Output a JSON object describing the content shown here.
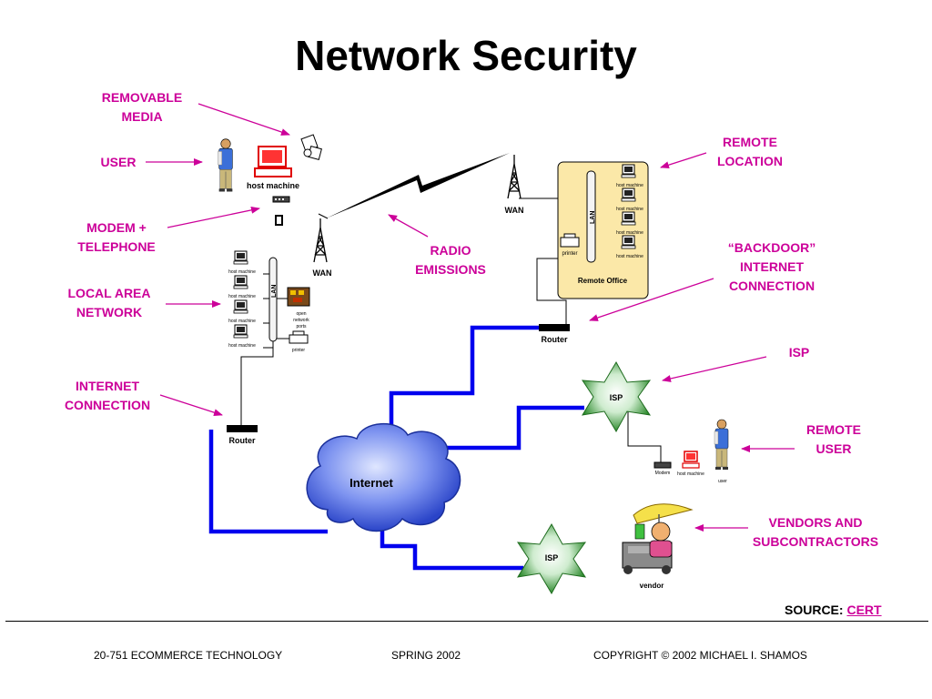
{
  "slide": {
    "title": "Network Security",
    "labels": {
      "removable_media": "REMOVABLE MEDIA",
      "user": "USER",
      "modem_telephone": "MODEM + TELEPHONE",
      "local_area_network": "LOCAL AREA NETWORK",
      "internet_connection": "INTERNET CONNECTION",
      "radio_emissions": "RADIO EMISSIONS",
      "remote_location": "REMOTE LOCATION",
      "backdoor": "“BACKDOOR” INTERNET CONNECTION",
      "isp": "ISP",
      "remote_user": "REMOTE USER",
      "vendors": "VENDORS AND SUBCONTRACTORS"
    },
    "source": {
      "prefix": "SOURCE: ",
      "link": "CERT"
    }
  },
  "diagram": {
    "host_machine": "host machine",
    "wan": "WAN",
    "lan": "LAN",
    "open_network_ports": [
      "open",
      "network",
      "ports"
    ],
    "printer": "printer",
    "router": "Router",
    "remote_office": "Remote Office",
    "internet": "Internet",
    "isp": "ISP",
    "modem": "Modem",
    "user": "user",
    "vendor": "vendor"
  },
  "footer": {
    "course": "20-751 ECOMMERCE TECHNOLOGY",
    "term": "SPRING 2002",
    "copyright": "COPYRIGHT © 2002 MICHAEL I. SHAMOS"
  },
  "colors": {
    "label": "#cc0099",
    "network_line": "#0000ee",
    "isp": "#3a9a3a",
    "cloud": "#2f4ed8"
  }
}
